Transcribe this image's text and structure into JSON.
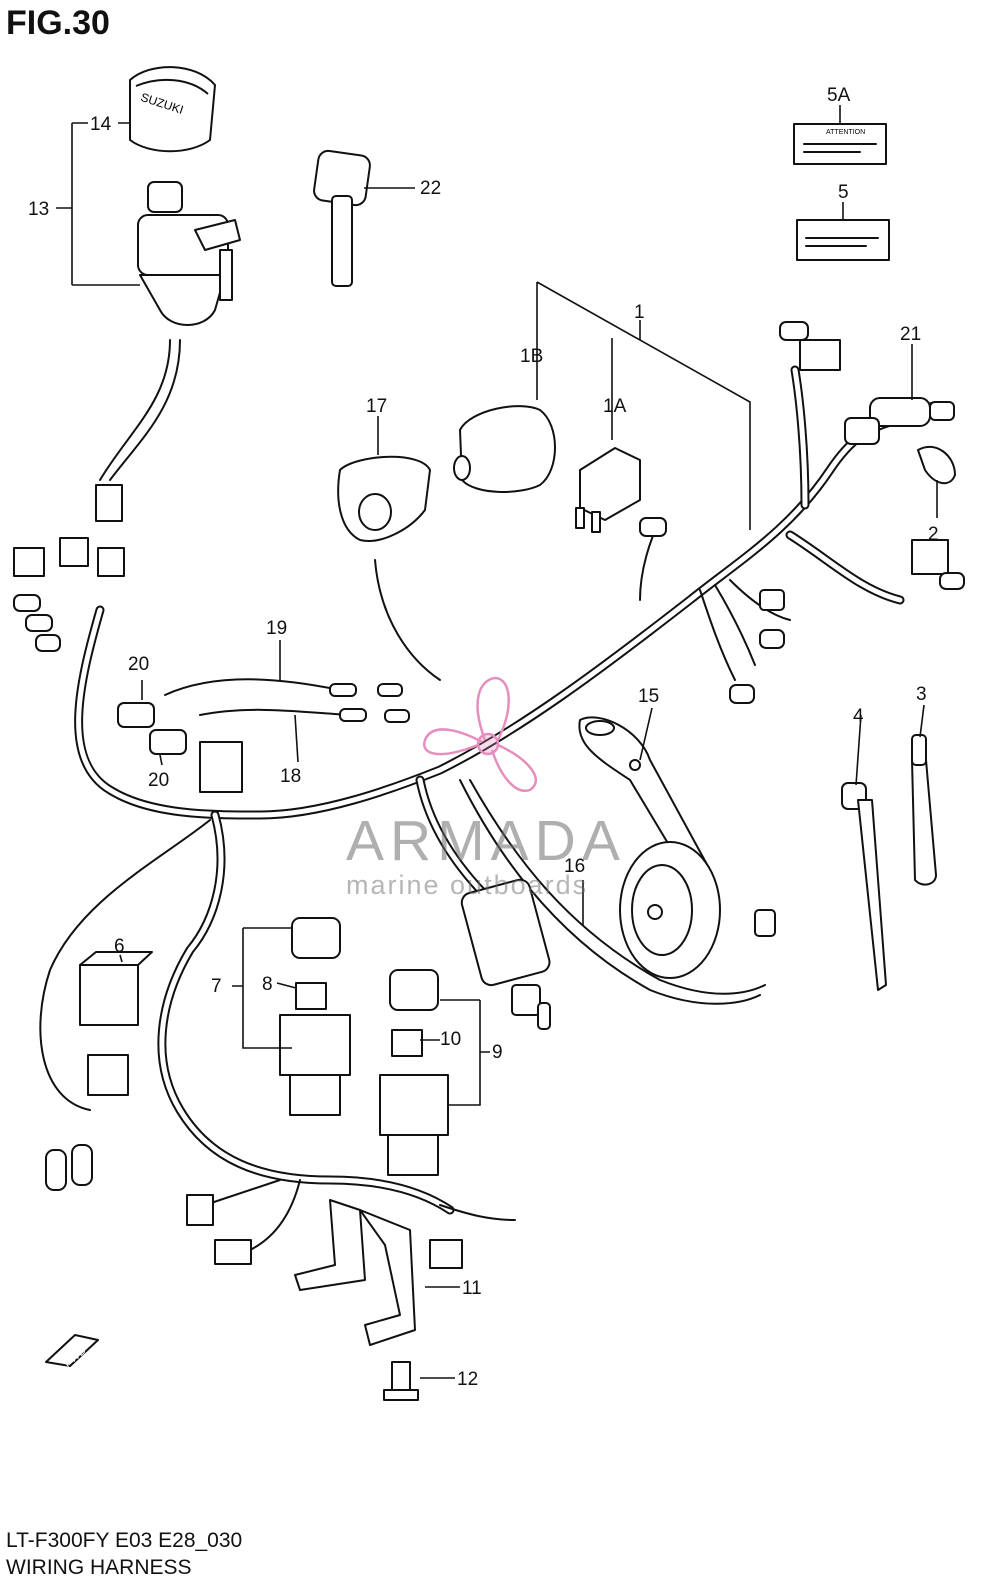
{
  "figure": {
    "title": "FIG.30",
    "model_code": "LT-F300FY E03 E28_030",
    "caption": "WIRING HARNESS"
  },
  "watermark": {
    "name": "ARMADA",
    "tagline": "marine outboards",
    "logo_color": "#e58fbf"
  },
  "labels": {
    "emblem": "SUZUKI",
    "fwd": "FWD",
    "attention": "ATTENTION"
  },
  "callouts": {
    "c1": "1",
    "c1a": "1A",
    "c1b": "1B",
    "c2": "2",
    "c3": "3",
    "c4": "4",
    "c5": "5",
    "c5a": "5A",
    "c6": "6",
    "c7": "7",
    "c8": "8",
    "c9": "9",
    "c10": "10",
    "c11": "11",
    "c12": "12",
    "c13": "13",
    "c14": "14",
    "c15": "15",
    "c16": "16",
    "c17": "17",
    "c18": "18",
    "c19": "19",
    "c20a": "20",
    "c20b": "20",
    "c21": "21",
    "c22": "22"
  }
}
